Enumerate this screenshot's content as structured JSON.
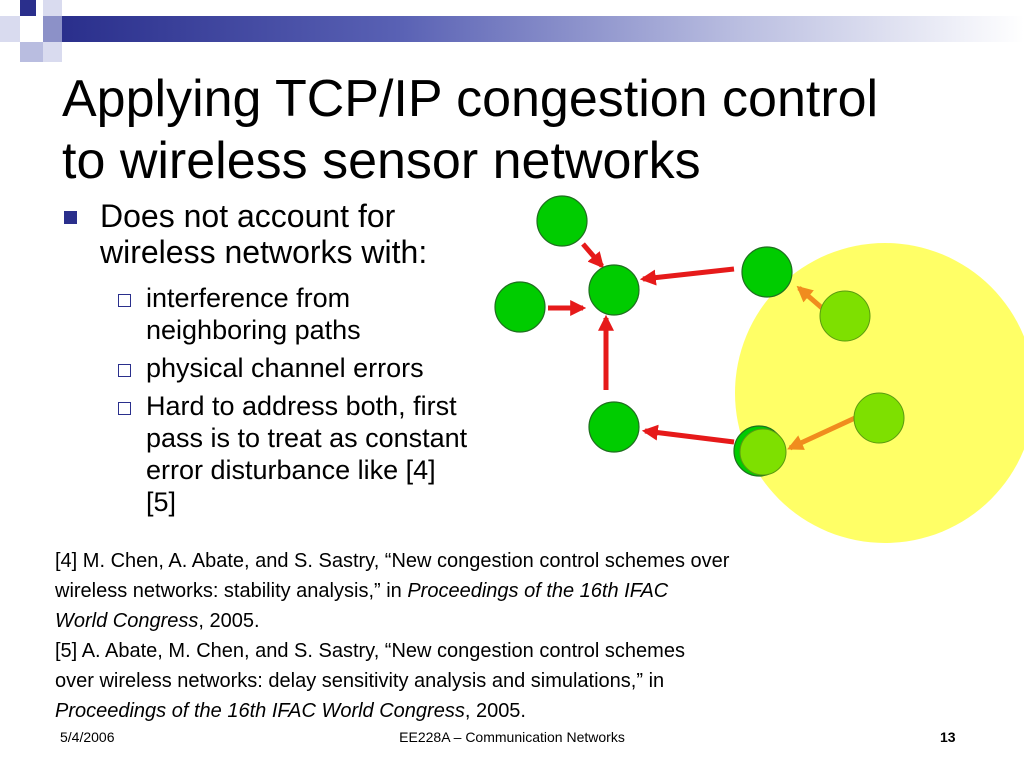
{
  "title": {
    "line1": "Applying TCP/IP congestion control",
    "line2": "to wireless sensor networks"
  },
  "bullet": {
    "line1": "Does not account for",
    "line2": "wireless networks with:"
  },
  "subbullets": [
    {
      "lines": [
        "interference from",
        "neighboring paths"
      ]
    },
    {
      "lines": [
        "physical channel errors"
      ]
    },
    {
      "lines": [
        "Hard to address both, first",
        "pass is to treat as constant",
        "error disturbance like [4]",
        "[5]"
      ]
    }
  ],
  "references": {
    "r4_l1": "[4] M. Chen, A. Abate, and S. Sastry, “New congestion control schemes over",
    "r4_l2_a": "wireless networks: stability analysis,” in ",
    "r4_l2_b": "Proceedings of the 16th IFAC",
    "r4_l3_a": "World Congress",
    "r4_l3_b": ", 2005.",
    "r5_l1": "[5] A. Abate, M. Chen, and S. Sastry, “New congestion control schemes",
    "r5_l2": "over wireless networks: delay sensitivity analysis and simulations,” in",
    "r5_l3_a": "Proceedings of the 16th IFAC World Congress",
    "r5_l3_b": ", 2005."
  },
  "footer": {
    "date": "5/4/2006",
    "course": "EE228A – Communication Networks",
    "page": "13"
  },
  "colors": {
    "title_bar": "#2a2f8c",
    "node_green": "#00cc00",
    "node_light_green": "#7ee000",
    "interference_zone": "#ffff66",
    "arrow_red": "#e61a1a",
    "arrow_orange": "#f08c1e"
  }
}
